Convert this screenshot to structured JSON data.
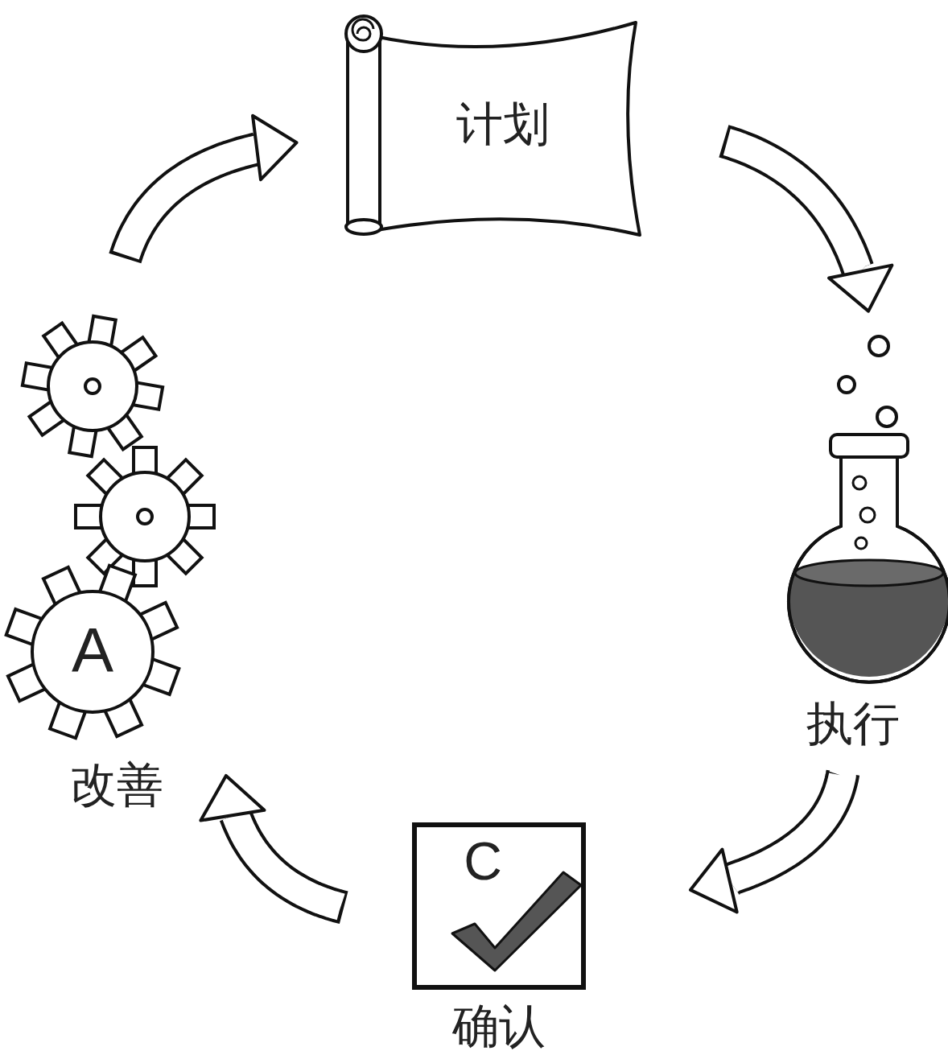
{
  "diagram": {
    "nodes": [
      {
        "text": [
          "计划"
        ]
      },
      {
        "text": [
          "执行"
        ]
      },
      {
        "text": [
          "C",
          "确认"
        ]
      },
      {
        "text": [
          "A",
          "改善"
        ]
      }
    ],
    "edges": [
      {
        "from": 0,
        "to": 1,
        "arrow": "to"
      },
      {
        "from": 1,
        "to": 2,
        "arrow": "to"
      },
      {
        "from": 2,
        "to": 3,
        "arrow": "to"
      },
      {
        "from": 3,
        "to": 0,
        "arrow": "to"
      }
    ]
  }
}
